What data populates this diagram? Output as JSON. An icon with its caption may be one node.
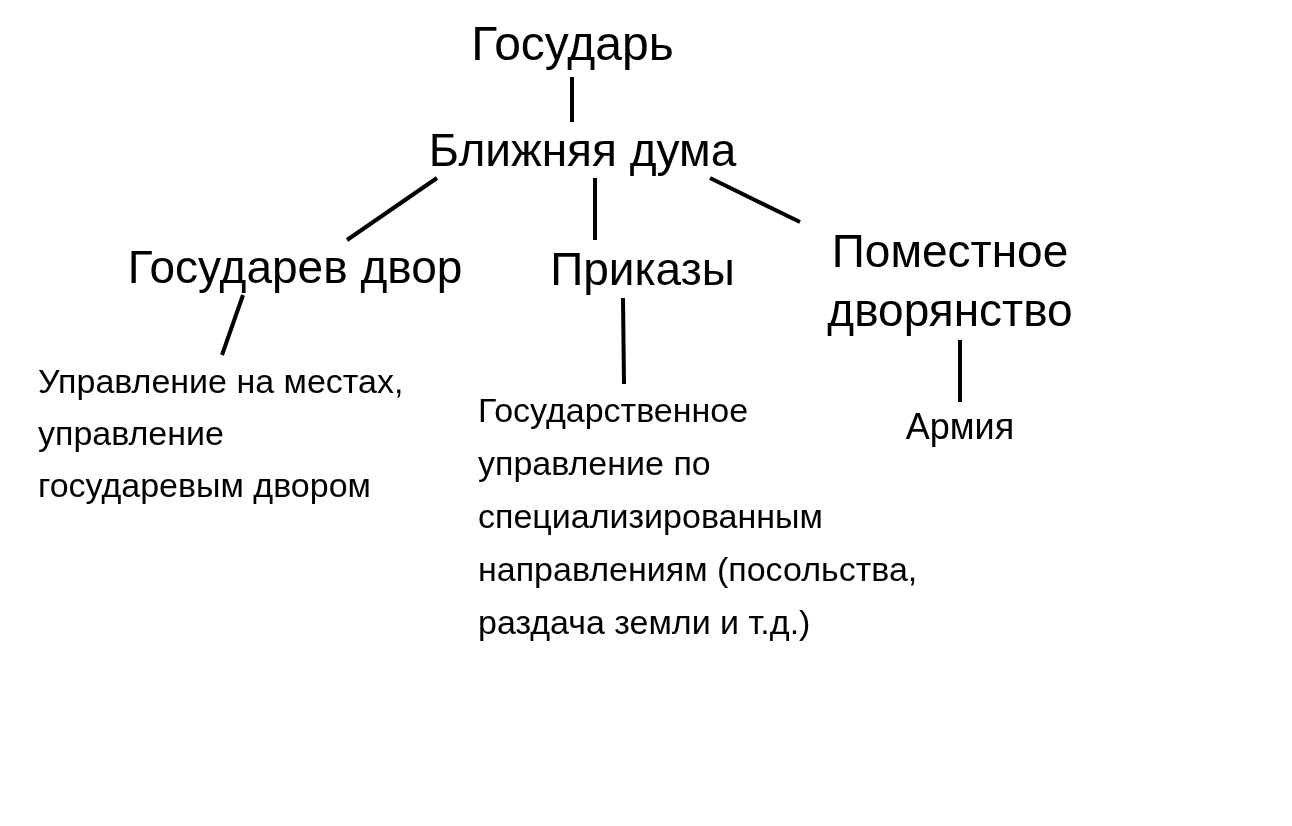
{
  "diagram": {
    "nodes": [
      {
        "text": [
          "Государь"
        ]
      },
      {
        "text": [
          "Ближняя дума"
        ]
      },
      {
        "text": [
          "Государев двор"
        ]
      },
      {
        "text": [
          "Приказы"
        ]
      },
      {
        "text": [
          "Поместное дворянство"
        ]
      },
      {
        "text": [
          "Управление на местах, управление государевым двором"
        ]
      },
      {
        "text": [
          "Государственное управление по специализированным направлениям (посольства, раздача земли и т.д.)"
        ]
      },
      {
        "text": [
          "Армия"
        ]
      }
    ],
    "edges": [
      {
        "from": 0,
        "to": 1,
        "arrow": "none"
      },
      {
        "from": 1,
        "to": 2,
        "arrow": "none"
      },
      {
        "from": 1,
        "to": 3,
        "arrow": "none"
      },
      {
        "from": 1,
        "to": 4,
        "arrow": "none"
      },
      {
        "from": 2,
        "to": 5,
        "arrow": "none"
      },
      {
        "from": 3,
        "to": 6,
        "arrow": "none"
      },
      {
        "from": 4,
        "to": 7,
        "arrow": "none"
      }
    ]
  }
}
